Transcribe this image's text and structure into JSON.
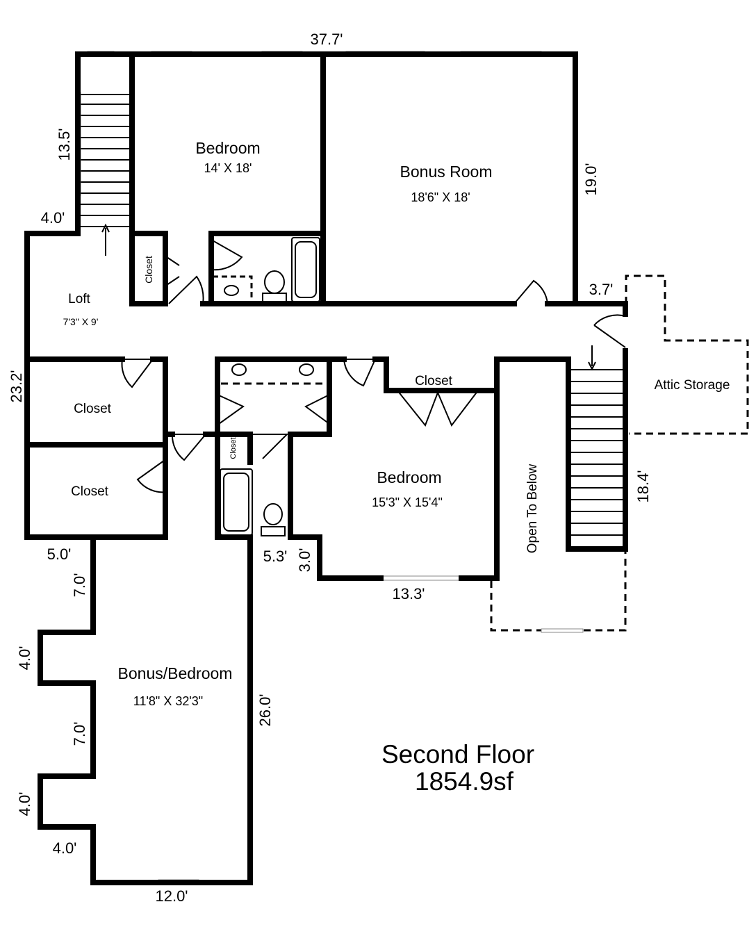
{
  "floor": {
    "title": "Second Floor",
    "area": "1854.9sf"
  },
  "rooms": {
    "bedroom_top": {
      "name": "Bedroom",
      "size": "14' X 18'"
    },
    "bonus_room": {
      "name": "Bonus Room",
      "size": "18'6\" X 18'"
    },
    "loft": {
      "name": "Loft",
      "size": "7'3\" X 9'"
    },
    "closet_small_top": "Closet",
    "closet_left_1": "Closet",
    "closet_left_2": "Closet",
    "closet_bedroom": "Closet",
    "closet_bath": "Closet",
    "bedroom_mid": {
      "name": "Bedroom",
      "size": "15'3\" X 15'4\""
    },
    "bonus_bedroom": {
      "name": "Bonus/Bedroom",
      "size": "11'8\" X 32'3\""
    },
    "attic": "Attic Storage",
    "open_below": "Open To Below"
  },
  "dimensions": {
    "top_width": "37.7'",
    "stair_height": "13.5'",
    "stair_ledge": "4.0'",
    "bonus_right": "19.0'",
    "right_jog": "3.7'",
    "left_height": "23.2'",
    "closet_bottom": "5.0'",
    "bb_upper": "7.0'",
    "bb_bay1": "4.0'",
    "bb_mid": "7.0'",
    "bb_bay2": "4.0'",
    "bb_ledge": "4.0'",
    "bb_bottom": "12.0'",
    "bb_right": "26.0'",
    "bath_ledge": "5.3'",
    "bath_step": "3.0'",
    "bed_bottom": "13.3'",
    "stair_right": "18.4'"
  }
}
